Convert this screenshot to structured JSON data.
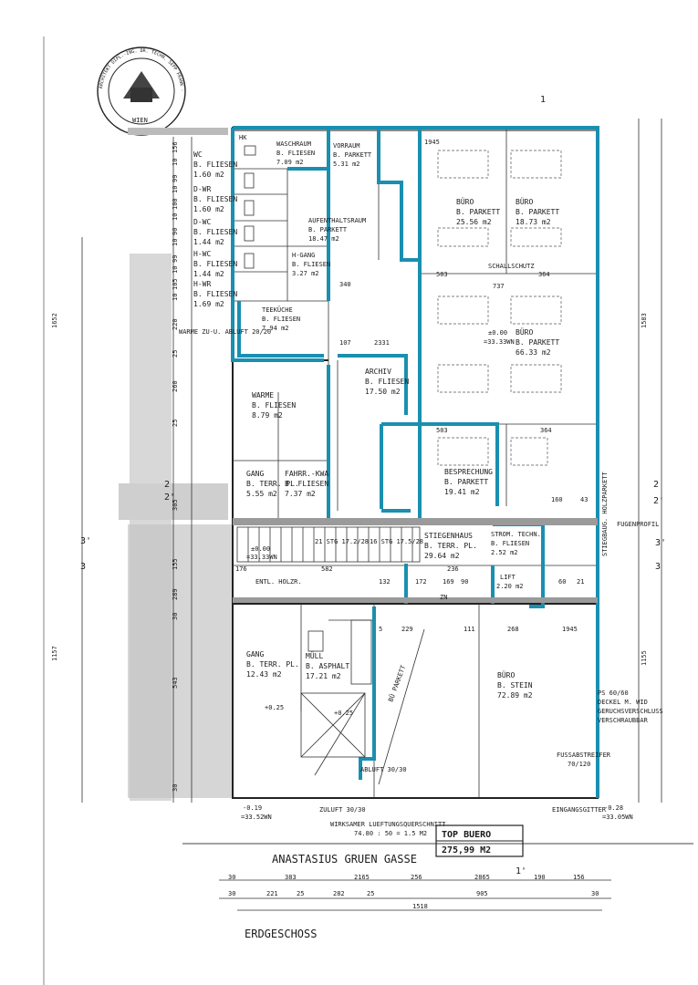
{
  "stamp": {
    "ring_text": "ARCHITEKT DIPL.-ING. DR. TECHN. SEPP FRANK · STAATL. BEFUGTER & BEEIDETER ZIVILTECHNIKER",
    "city": "WIEN"
  },
  "rooms": {
    "wc": {
      "name": "WC",
      "finish": "B. FLIESEN",
      "area": "1.60 m2"
    },
    "dwr": {
      "name": "D-WR",
      "finish": "B. FLIESEN",
      "area": "1.60 m2"
    },
    "dwc": {
      "name": "D-WC",
      "finish": "B. FLIESEN",
      "area": "1.44 m2"
    },
    "hwc": {
      "name": "H-WC",
      "finish": "B. FLIESEN",
      "area": "1.44 m2"
    },
    "hwr": {
      "name": "H-WR",
      "finish": "B. FLIESEN",
      "area": "1.69 m2"
    },
    "waschraum": {
      "name": "WASCHRAUM",
      "finish": "B. FLIESEN",
      "area": "7.09 m2"
    },
    "vorraum": {
      "name": "VORRAUM",
      "finish": "B. PARKETT",
      "area": "5.31 m2"
    },
    "aufenthalt": {
      "name": "AUFENTHALTSRAUM",
      "finish": "B. PARKETT",
      "area": "18.47 m2"
    },
    "hgang": {
      "name": "H-GANG",
      "finish": "B. FLIESEN",
      "area": "3.27 m2"
    },
    "teekueche": {
      "name": "TEEKÜCHE",
      "finish": "B. FLIESEN",
      "area": "7.94 m2"
    },
    "buero1": {
      "name": "BÜRO",
      "finish": "B. PARKETT",
      "area": "25.56 m2"
    },
    "buero2": {
      "name": "BÜRO",
      "finish": "B. PARKETT",
      "area": "18.73 m2"
    },
    "buero3": {
      "name": "BÜRO",
      "finish": "B. PARKETT",
      "area": "66.33 m2"
    },
    "archiv": {
      "name": "ARCHIV",
      "finish": "B. FLIESEN",
      "area": "17.50 m2"
    },
    "besprechung": {
      "name": "BESPRECHUNG",
      "finish": "B. PARKETT",
      "area": "19.41 m2"
    },
    "warme": {
      "name": "WARME",
      "finish": "B. FLIESEN",
      "area": "8.79 m2"
    },
    "gang1": {
      "name": "GANG",
      "finish": "B. TERR. PL.",
      "area": "5.55 m2"
    },
    "fahrrad": {
      "name": "FAHRR.-KWA",
      "finish": "B. FLIESEN",
      "area": "7.37 m2"
    },
    "stiegenhaus": {
      "name": "STIEGENHAUS",
      "finish": "B. TERR. PL.",
      "area": "29.64 m2"
    },
    "strom": {
      "name": "STROM. TECHN.",
      "finish": "B. FLIESEN",
      "area": "2.52 m2"
    },
    "lift": {
      "name": "LIFT",
      "area": "2.20 m2"
    },
    "gang2": {
      "name": "GANG",
      "finish": "B. TERR. PL.",
      "area": "12.43 m2"
    },
    "muell": {
      "name": "MÜLL",
      "finish": "B. ASPHALT",
      "area": "17.21 m2"
    },
    "buero4": {
      "name": "BÜRO",
      "finish": "B. STEIN",
      "area": "72.89 m2"
    }
  },
  "labels": {
    "schallschutz": "SCHALLSCHUTZ",
    "warme_abluft": "WARME ZU-U. ABLUFT 20/20",
    "stg1": "21 STG 17.2/28",
    "stg2": "16 STG 17.5/28",
    "level_pm": "±0.00",
    "level_abs": "=33.33WN",
    "level_019": "-0.19",
    "level_019_abs": "=33.52WN",
    "level_028": "-0.28",
    "level_028_abs": "=33.05WN",
    "level_025a": "+0.25",
    "level_025b": "+0.25",
    "entl": "ENTL. HOLZR.",
    "fugenprofil": "FUGENPROFIL",
    "stiegenparkett": "STIEGBAUG. HOLZPARKETT",
    "ps_note_1": "PS 60/60",
    "ps_note_2": "DECKEL M. WID",
    "ps_note_3": "GERUCHSVERSCHLUSS",
    "ps_note_4": "VERSCHRAUBBAR",
    "fussabstreifer": "FUSSABSTREIFER",
    "fussabstreifer_dim": "70/120",
    "eingangsgitter": "EINGANGSGITTER",
    "zuluft": "ZULUFT 30/30",
    "abluft": "ABLUFT 30/30",
    "wirksamer": "WIRKSAMER LUEFTUNGSQUERSCHNITT",
    "wirksamer_calc": "74.80 : 50 = 1.5 M2",
    "top_buero": "TOP BUERO",
    "top_area": "275,99 M2",
    "street": "ANASTASIUS GRUEN GASSE",
    "floor": "ERDGESCHOSS",
    "parkett_diag": "BÜ PARKETT",
    "sec3a": "3",
    "sec3b": "3'",
    "sec3c": "3'",
    "sec3d": "3",
    "sec2a": "2",
    "sec2b": "2'",
    "sec2c": "2",
    "sec2d": "2'",
    "sec1a": "1",
    "sec1b": "1'",
    "hk": "HK",
    "zn": "ZN",
    "dim_1945": "1945",
    "dim_503a": "503",
    "dim_364a": "364",
    "dim_737": "737",
    "dim_503b": "503",
    "dim_364b": "364",
    "dim_160": "160",
    "dim_43": "43",
    "dim_176": "176",
    "dim_582": "582",
    "dim_236": "236",
    "dim_132": "132",
    "dim_172": "172",
    "dim_169": "169",
    "dim_90": "90",
    "dim_60": "60",
    "dim_21": "21",
    "dim_5": "5",
    "dim_229": "229",
    "dim_111": "111",
    "dim_268": "268",
    "dim_1945b": "1945",
    "dim_340": "340",
    "dim_107": "107",
    "dim_233": "2331",
    "dim_1583": "1583",
    "dim_1157": "1157",
    "dim_1155": "1155",
    "dim_1652": "1652"
  },
  "dim_row1": [
    "30",
    "383",
    "2165",
    "256",
    "2865",
    "190",
    "156"
  ],
  "dim_row2": [
    "30",
    "221",
    "25",
    "282",
    "25",
    "905",
    "30"
  ],
  "dim_total": "1518",
  "left_dims_upper": [
    "156",
    "10",
    "99",
    "10",
    "100",
    "10",
    "90",
    "10",
    "99",
    "10",
    "105",
    "10",
    "220",
    "25",
    "260",
    "25",
    "305"
  ],
  "left_dims_lower": [
    "155",
    "289",
    "30",
    "543",
    "30"
  ]
}
